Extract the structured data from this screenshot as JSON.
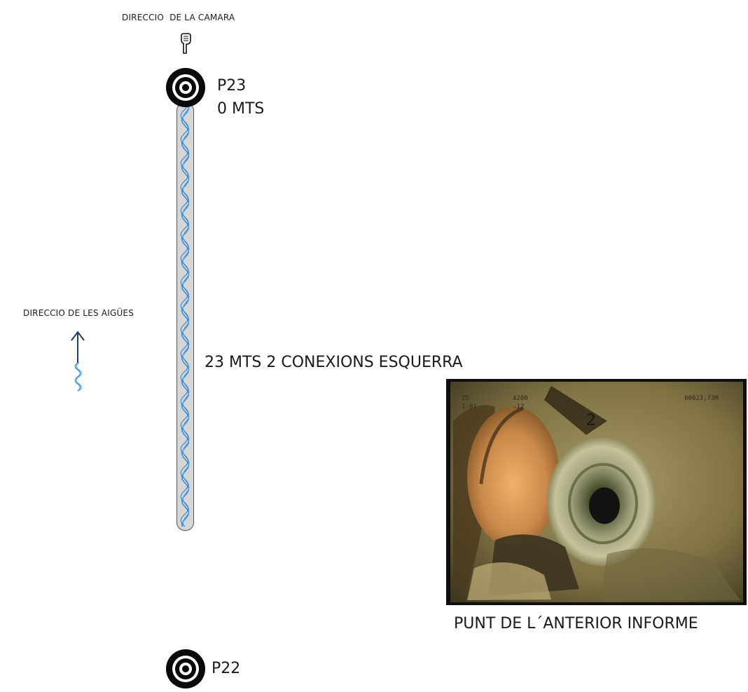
{
  "camera_direction_label": "DIRECCIO  DE LA CAMARA",
  "water_direction_label": "DIRECCIO DE LES AIGÜES",
  "manholes": [
    {
      "id": "P23",
      "distance": "0 MTS"
    },
    {
      "id": "P22"
    }
  ],
  "segment_label": "23 MTS 2 CONEXIONS ESQUERRA",
  "photo": {
    "caption": "PUNT DE L´ANTERIOR INFORME",
    "overlay_left": [
      "25",
      "1-01"
    ],
    "overlay_mid": [
      "4200",
      "-12"
    ],
    "overlay_right": "00023,73M",
    "clock_mark": "2"
  },
  "colors": {
    "water": "#3a8fd8",
    "pipe": "#d6d6d6",
    "manhole": "#0a0a0a"
  }
}
